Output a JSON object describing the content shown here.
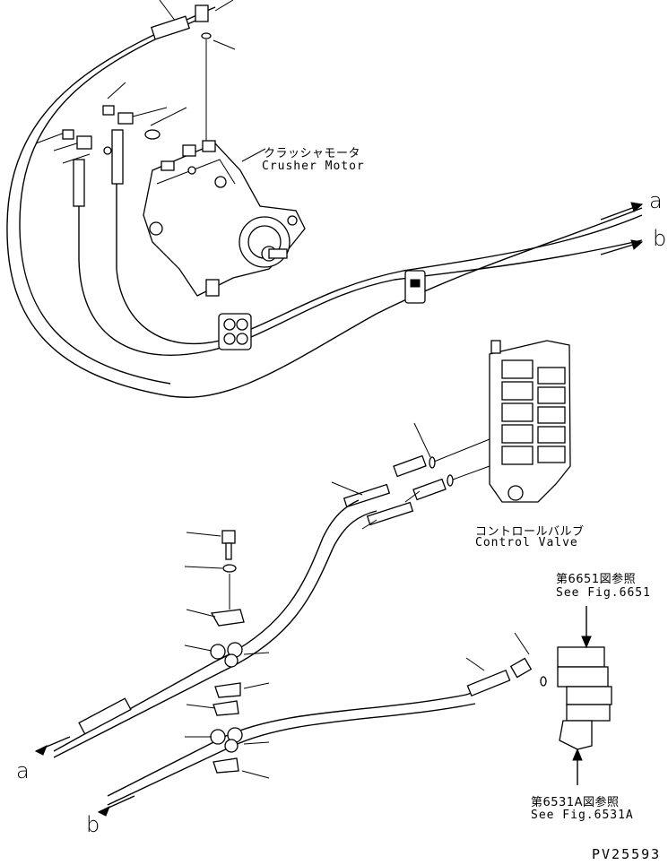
{
  "labels": {
    "crusher_motor_jp": "クラッシャモータ",
    "crusher_motor_en": "Crusher Motor",
    "control_valve_jp": "コントロールバルブ",
    "control_valve_en": "Control Valve",
    "ref_6651_jp": "第6651図参照",
    "ref_6651_en": "See Fig.6651",
    "ref_6531a_jp": "第6531A図参照",
    "ref_6531a_en": "See Fig.6531A",
    "arrow_a_top": "a",
    "arrow_b_top": "b",
    "arrow_a_bottom": "a",
    "arrow_b_bottom": "b",
    "drawing_code": "PV25593"
  }
}
